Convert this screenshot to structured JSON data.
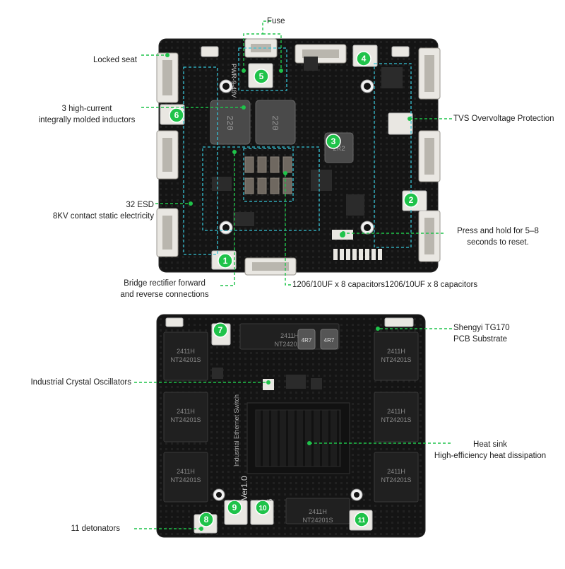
{
  "annotations": {
    "fuse": "Fuse",
    "locked_seat": "Locked seat",
    "inductors_line1": "3 high-current",
    "inductors_line2": "integrally molded inductors",
    "tvs": "TVS Overvoltage Protection",
    "esd_line1": "32 ESD",
    "esd_line2": "8KV contact static electricity",
    "reset_line1": "Press and hold for 5–8",
    "reset_line2": "seconds to reset.",
    "bridge_line1": "Bridge rectifier forward",
    "bridge_line2": "and reverse connections",
    "capacitors": "1206/10UF x 8 capacitors1206/10UF x 8 capacitors",
    "substrate_line1": "Shengyi TG170",
    "substrate_line2": "PCB Substrate",
    "crystal": "Industrial Crystal Oscillators",
    "heatsink_line1": "Heat sink",
    "heatsink_line2": "High-efficiency heat dissipation",
    "detonators": "11 detonators"
  },
  "board_text": {
    "power_label": "PWR-9-48V",
    "inductor_code": "220",
    "small_inductor_code": "2R2",
    "chip_model": "NT24201S",
    "chip_date": "2411H",
    "bottom_inductor_code": "4R7",
    "product_name": "Industrial Ethernet Switch",
    "version": "Ver1.0",
    "markings": "25 56"
  },
  "markers": [
    "1",
    "2",
    "3",
    "4",
    "5",
    "6",
    "7",
    "8",
    "9",
    "10",
    "11"
  ],
  "colors": {
    "pcb": "#141414",
    "pcb_edge": "#2a2a2a",
    "annotation_line": "#1fc34a",
    "marker_fill": "#1fc34a",
    "marker_text": "#ffffff",
    "cyan_outline": "#36c3d6"
  }
}
